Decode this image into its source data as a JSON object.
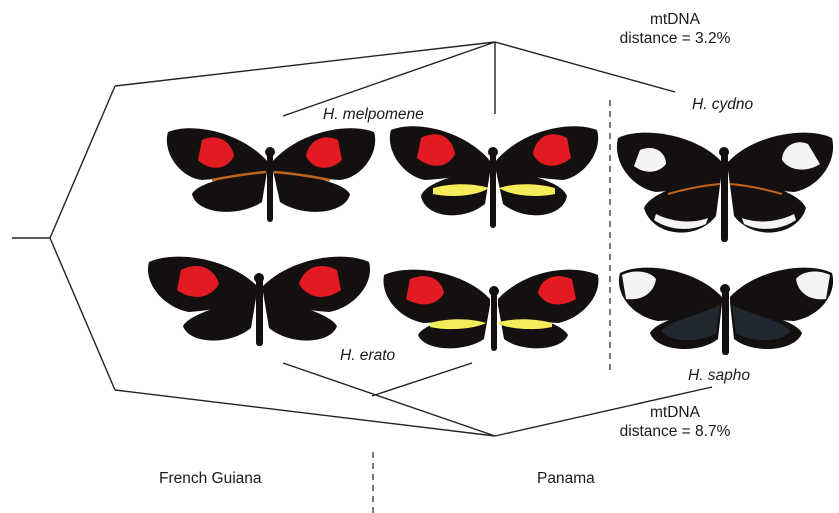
{
  "species": {
    "melpomene": "H. melpomene",
    "cydno": "H. cydno",
    "erato": "H. erato",
    "sapho": "H. sapho"
  },
  "distances": {
    "top": {
      "line1": "mtDNA",
      "line2": "distance = 3.2%"
    },
    "bottom": {
      "line1": "mtDNA",
      "line2": "distance = 8.7%"
    }
  },
  "regions": {
    "left": "French Guiana",
    "right": "Panama"
  },
  "colors": {
    "wing_black": "#141010",
    "red_patch": "#e21a22",
    "yellow_band": "#f4ec5a",
    "white_patch": "#f4f4f2",
    "tree_line": "#222222"
  },
  "butterflies": [
    {
      "row": "top",
      "column": "french-guiana",
      "species": "H. melpomene",
      "forewing": "red",
      "hindwing": "orange-stripe"
    },
    {
      "row": "top",
      "column": "panama",
      "species": "H. melpomene",
      "forewing": "red",
      "hindwing": "yellow-band"
    },
    {
      "row": "top",
      "column": "panama-east",
      "species": "H. cydno",
      "forewing": "white",
      "hindwing": "white-margin"
    },
    {
      "row": "bottom",
      "column": "french-guiana",
      "species": "H. erato",
      "forewing": "red",
      "hindwing": "none"
    },
    {
      "row": "bottom",
      "column": "panama",
      "species": "H. erato",
      "forewing": "red",
      "hindwing": "yellow-band"
    },
    {
      "row": "bottom",
      "column": "panama-east",
      "species": "H. sapho",
      "forewing": "white",
      "hindwing": "blue-sheen"
    }
  ]
}
